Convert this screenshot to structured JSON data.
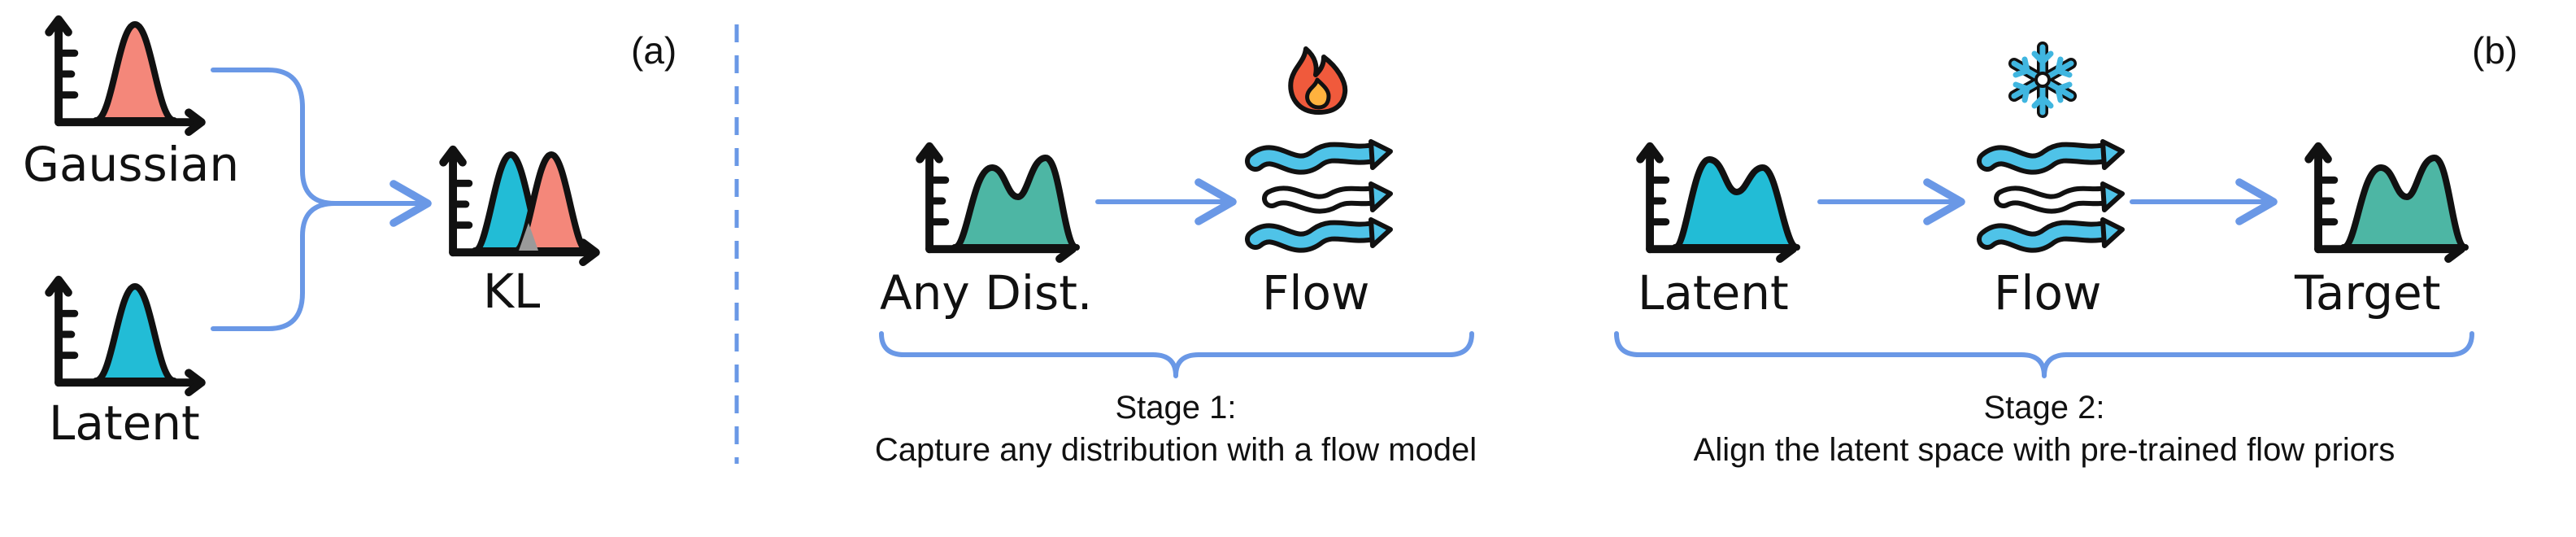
{
  "panel_a": {
    "label": "(a)",
    "gaussian_label": "Gaussian",
    "latent_label": "Latent",
    "kl_label": "KL"
  },
  "panel_b": {
    "label": "(b)",
    "stage1": {
      "source_label": "Any Dist.",
      "flow_label": "Flow",
      "caption_line1": "Stage 1:",
      "caption_line2": "Capture any distribution with a flow model",
      "flow_state_icon": "fire-icon"
    },
    "stage2": {
      "latent_label": "Latent",
      "flow_label": "Flow",
      "target_label": "Target",
      "caption_line1": "Stage 2:",
      "caption_line2": "Align the latent space with pre-trained flow priors",
      "flow_state_icon": "snowflake-icon"
    }
  },
  "colors": {
    "gaussian_fill": "#F4877A",
    "latent_fill": "#22BCD6",
    "any_dist_fill": "#4DB6A4",
    "target_fill": "#4DB6A4",
    "overlap_fill": "#9A9A9A",
    "connector": "#6A98E6",
    "flow_fill": "#4FC3E8",
    "fire": "#F05A3C",
    "fire_inner": "#FFB23E",
    "snowflake": "#40B6E0",
    "outline": "#111111"
  }
}
